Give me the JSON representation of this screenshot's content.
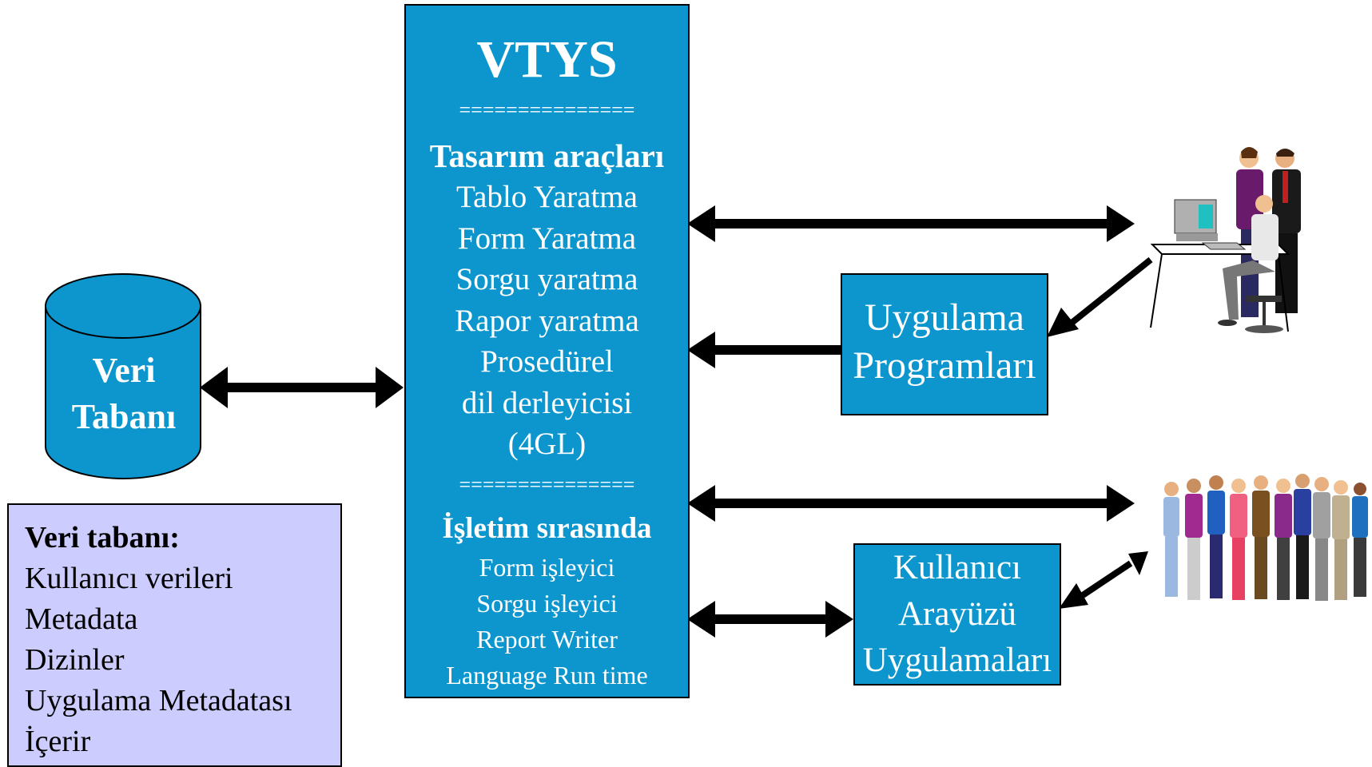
{
  "database": {
    "line1": "Veri",
    "line2": "Tabanı"
  },
  "vtys": {
    "title": "VTYS",
    "separator1": "===============",
    "design_heading": "Tasarım araçları",
    "design_items": [
      "Tablo Yaratma",
      "Form Yaratma",
      "Sorgu yaratma",
      "Rapor yaratma",
      "Prosedürel",
      "dil derleyicisi",
      "(4GL)"
    ],
    "separator2": "===============",
    "runtime_heading": "İşletim sırasında",
    "runtime_items": [
      "Form işleyici",
      "Sorgu işleyici",
      "Report Writer",
      "Language Run time"
    ]
  },
  "app_programs": {
    "line1": "Uygulama",
    "line2": "Programları"
  },
  "ui_apps": {
    "line1": "Kullanıcı",
    "line2": "Arayüzü",
    "line3": "Uygulamaları"
  },
  "info_box": {
    "heading": "Veri tabanı:",
    "items": [
      "Kullanıcı verileri",
      "Metadata",
      "Dizinler",
      "Uygulama Metadatası",
      "İçerir"
    ]
  },
  "colors": {
    "box_fill": "#0c96cd",
    "info_fill": "#ccccff",
    "arrow": "#000000",
    "text": "#ffffff"
  },
  "icons": [
    "computer-users-clipart-icon",
    "crowd-of-people-clipart-icon"
  ]
}
